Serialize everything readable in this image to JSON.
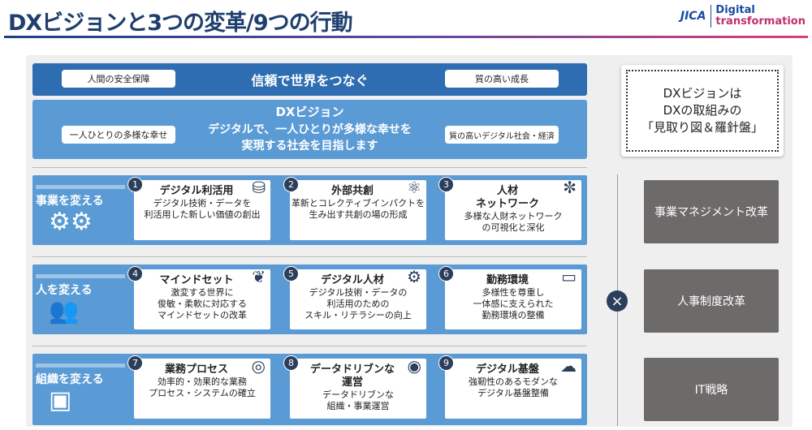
{
  "header": {
    "title": "DXビジョンと3つの変革/9つの行動",
    "logo_org": "JICA",
    "logo_line1": "Digital",
    "logo_line2": "transformation"
  },
  "top": {
    "left": "人間の安全保障",
    "center": "信頼で世界をつなぐ",
    "right": "質の高い成長"
  },
  "vision": {
    "title": "DXビジョン",
    "left": "一人ひとりの多様な幸せ",
    "line1": "デジタルで、一人ひとりが多様な幸せを",
    "line2": "実現する社会を目指します",
    "right": "質の高いデジタル社会・経済"
  },
  "rows": [
    {
      "label": "事業を変える",
      "cards": [
        {
          "num": "1",
          "title": "デジタル利活用",
          "icon": "database-search-icon",
          "lines": [
            "デジタル技術・データを",
            "利活用した新しい価値の創出"
          ]
        },
        {
          "num": "2",
          "title": "外部共創",
          "icon": "atom-icon",
          "lines": [
            "革新とコレクティブインパクトを",
            "生み出す共創の場の形成"
          ]
        },
        {
          "num": "3",
          "title": "人材\nネットワーク",
          "icon": "network-icon",
          "lines": [
            "多様な人財ネットワーク",
            "の可視化と深化"
          ]
        }
      ]
    },
    {
      "label": "人を変える",
      "cards": [
        {
          "num": "4",
          "title": "マインドセット",
          "icon": "brain-icon",
          "lines": [
            "激変する世界に",
            "俊敏・柔軟に対応する",
            "マインドセットの改革"
          ]
        },
        {
          "num": "5",
          "title": "デジタル人材",
          "icon": "digital-talent-icon",
          "lines": [
            "デジタル技術・データの",
            "利活用のための",
            "スキル・リテラシーの向上"
          ]
        },
        {
          "num": "6",
          "title": "勤務環境",
          "icon": "laptop-icon",
          "lines": [
            "多様性を尊重し",
            "一体感に支えられた",
            "勤務環境の整備"
          ]
        }
      ]
    },
    {
      "label": "組織を変える",
      "cards": [
        {
          "num": "7",
          "title": "業務プロセス",
          "icon": "target-check-icon",
          "lines": [
            "効率的・効果的な業務",
            "プロセス・システムの確立"
          ]
        },
        {
          "num": "8",
          "title": "データドリブンな\n運営",
          "icon": "data-head-icon",
          "lines": [
            "データドリブンな",
            "組織・事業運営"
          ]
        },
        {
          "num": "9",
          "title": "デジタル基盤",
          "icon": "cloud-server-icon",
          "lines": [
            "強靭性のあるモダンな",
            "デジタル基盤整備"
          ]
        }
      ]
    }
  ],
  "side": {
    "line1": "DXビジョンは",
    "line2": "DXの取組みの",
    "line3": "「見取り図＆羅針盤」",
    "times": "×",
    "boxes": [
      "事業マネジメント改革",
      "人事制度改革",
      "IT戦略"
    ]
  }
}
